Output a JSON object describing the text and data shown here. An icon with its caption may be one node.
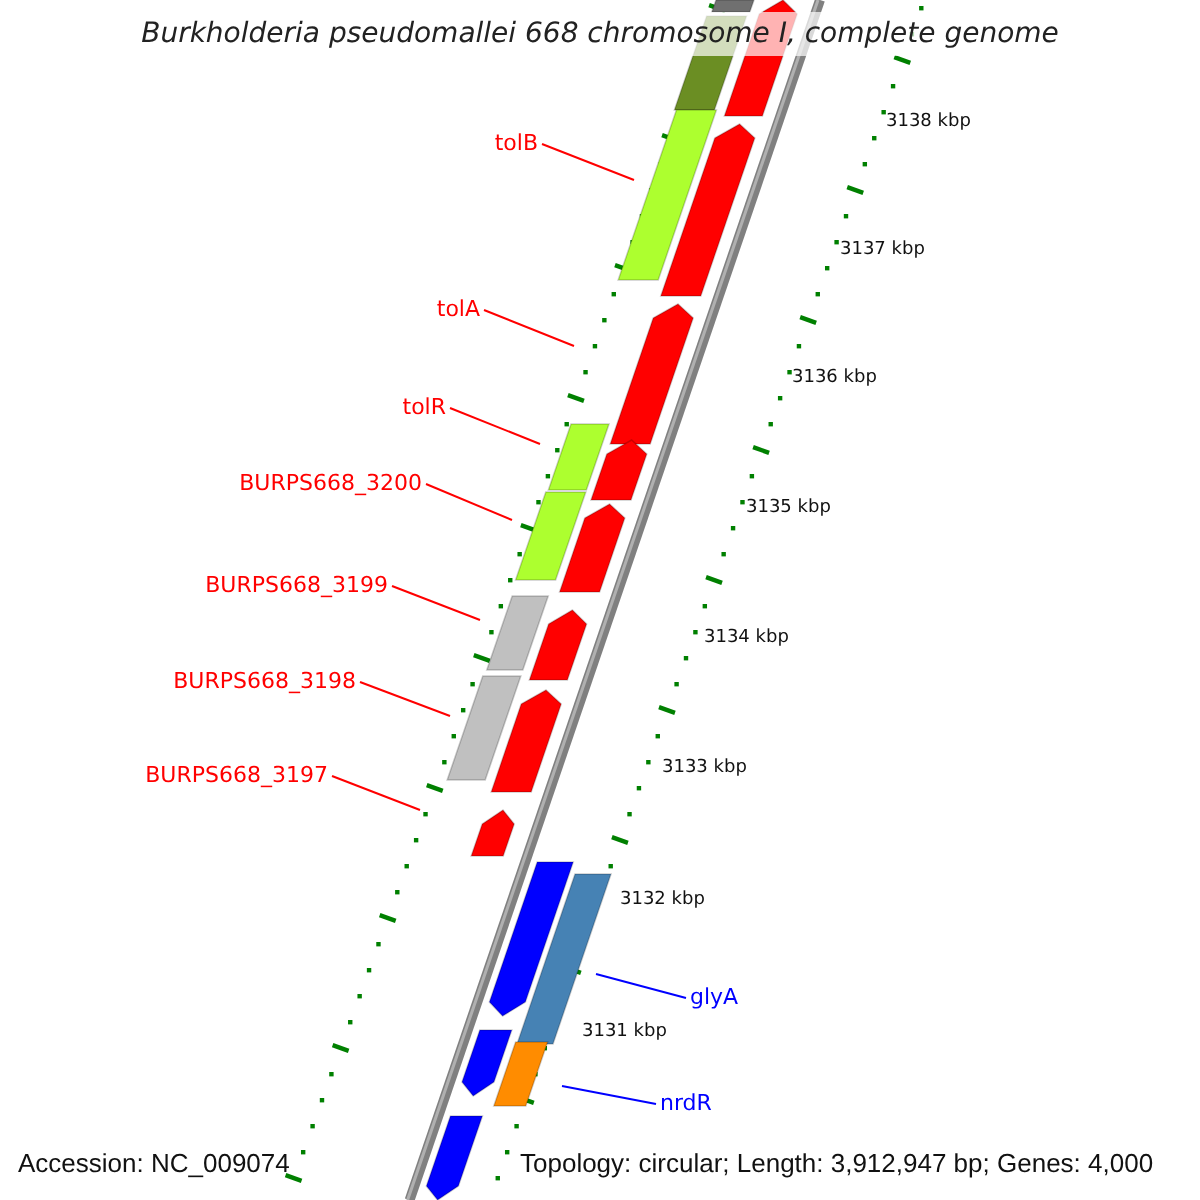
{
  "diagram": {
    "title": "Burkholderia pseudomallei 668 chromosome I, complete genome",
    "nodes": [
      {
        "text": [
          "tolB"
        ]
      },
      {
        "text": [
          "tolA"
        ]
      },
      {
        "text": [
          "tolR"
        ]
      },
      {
        "text": [
          "BURPS668_3200"
        ]
      },
      {
        "text": [
          "BURPS668_3199"
        ]
      },
      {
        "text": [
          "BURPS668_3198"
        ]
      },
      {
        "text": [
          "BURPS668_3197"
        ]
      },
      {
        "text": [
          "glyA"
        ]
      },
      {
        "text": [
          "nrdR"
        ]
      }
    ],
    "edges": [
      {
        "from": 0,
        "to": null,
        "arrow": "none"
      },
      {
        "from": 1,
        "to": null,
        "arrow": "none"
      },
      {
        "from": 2,
        "to": null,
        "arrow": "none"
      },
      {
        "from": 3,
        "to": null,
        "arrow": "none"
      },
      {
        "from": 4,
        "to": null,
        "arrow": "none"
      },
      {
        "from": 5,
        "to": null,
        "arrow": "none"
      },
      {
        "from": 6,
        "to": null,
        "arrow": "none"
      },
      {
        "from": 7,
        "to": null,
        "arrow": "none",
        "color": "#0000ff"
      },
      {
        "from": 8,
        "to": null,
        "arrow": "none",
        "color": "#0000ff"
      }
    ],
    "labels": [
      "3138 kbp",
      "3137 kbp",
      "3136 kbp",
      "3135 kbp",
      "3134 kbp",
      "3133 kbp",
      "3132 kbp",
      "3131 kbp",
      "Accession: NC_009074",
      "Topology: circular; Length: 3,912,947 bp; Genes: 4,000"
    ]
  }
}
